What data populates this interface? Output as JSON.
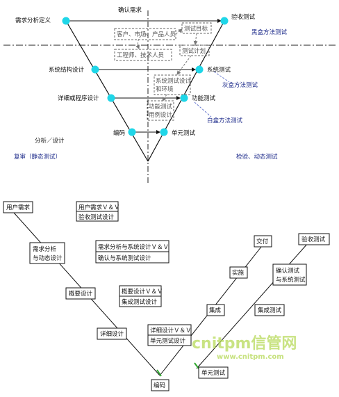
{
  "top_diagram": {
    "confirm_requirements": "确认需求",
    "left_nodes": [
      "需求分析定义",
      "系统结构设计",
      "详细或程序设计",
      "编码"
    ],
    "right_nodes": [
      "验收测试",
      "系统测试",
      "功能测试",
      "单元测试"
    ],
    "center_boxes": [
      "客户、市场、产品人员",
      "工程师、技术人员",
      "测试目标",
      "测试计划",
      "系统测试设计",
      "和环境",
      "功能测试",
      "用例设计"
    ],
    "methods": [
      "黑盒方法测试",
      "灰盒方法测试",
      "白盒方法测试"
    ],
    "analysis_design": "分析／设计",
    "review": "复审（静态测试）",
    "inspection": "检验、动态测试"
  },
  "bottom_diagram": {
    "user_requirements": "用户需求",
    "req_analysis": [
      "需求分析",
      "与动态设计"
    ],
    "outline_design": "概要设计",
    "detail_design": "详细设计",
    "coding": "编码",
    "unit_test": "单元测试",
    "integration": "集成",
    "integration_test": "集成测试",
    "implementation": "实施",
    "delivery": "交付",
    "acceptance_test": "验收测试",
    "confirm_system_test": [
      "确认测试",
      "与系统测试"
    ],
    "vv_boxes": [
      [
        "用户需求Ｖ＆Ｖ",
        "验收测试设计"
      ],
      [
        "需求分析与系统设计Ｖ＆Ｖ",
        "确认与系统测试设计"
      ],
      [
        "概要设计Ｖ＆Ｖ",
        "集成测试设计"
      ],
      [
        "详细设计Ｖ＆Ｖ",
        "单元测试设计"
      ]
    ]
  },
  "watermark": {
    "brand": "cnitpm信管网",
    "url": "www.cnitpm.com"
  }
}
